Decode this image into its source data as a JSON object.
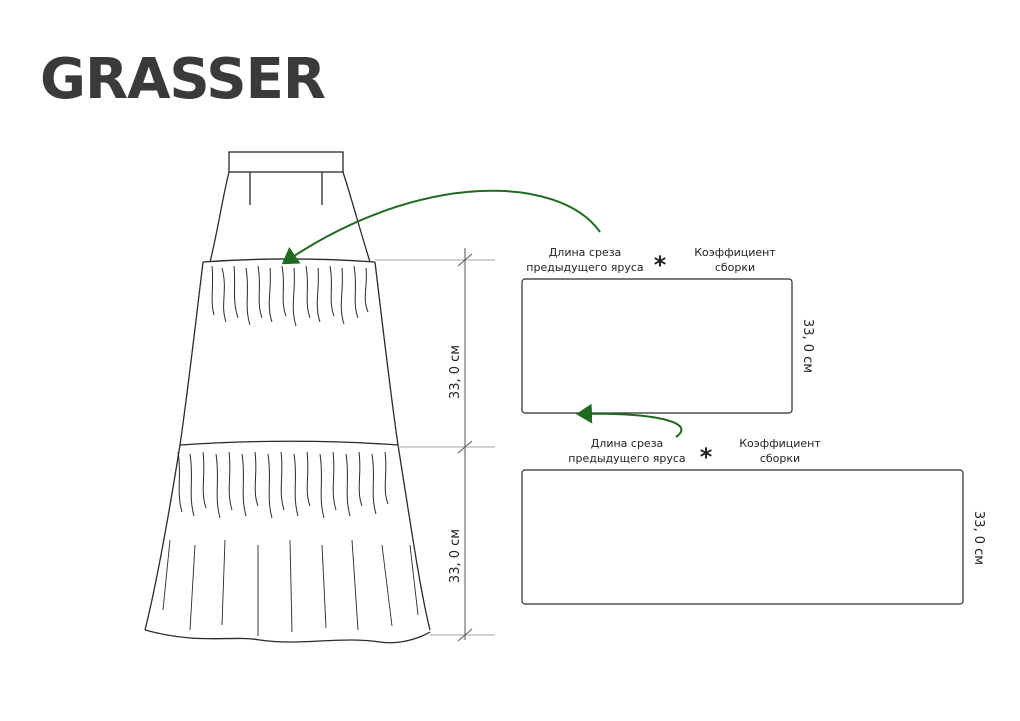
{
  "brand": "GRASSER",
  "tiers": [
    {
      "height_label": "33, 0 см",
      "side_label": "33, 0 см",
      "label_left_line1": "Длина среза",
      "label_left_line2": "предыдущего яруса",
      "asterisk": "*",
      "label_right_line1": "Коэффициент",
      "label_right_line2": "сборки"
    },
    {
      "height_label": "33, 0 см",
      "side_label": "33, 0 см",
      "label_left_line1": "Длина среза",
      "label_left_line2": "предыдущего яруса",
      "asterisk": "*",
      "label_right_line1": "Коэффициент",
      "label_right_line2": "сборки"
    }
  ],
  "colors": {
    "line": "#2a2a2a",
    "arrow": "#1f6b1f",
    "dim": "#555555"
  }
}
